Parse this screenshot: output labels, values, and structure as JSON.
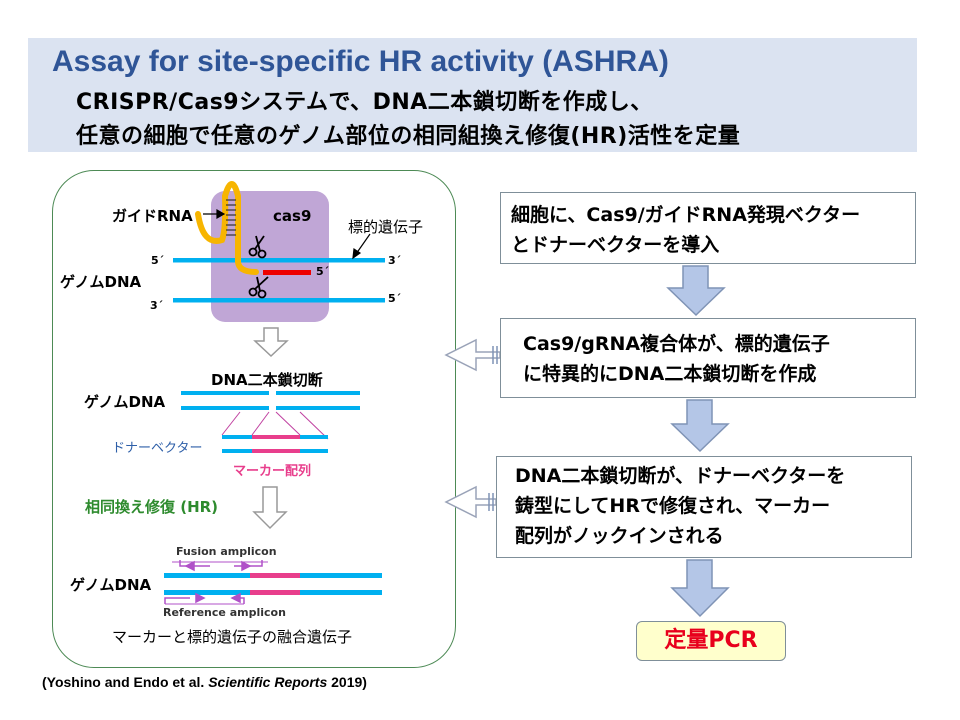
{
  "header": {
    "title": "Assay for site-specific HR activity (ASHRA)",
    "subtitle_line1": "CRISPR/Cas9システムで、DNA二本鎖切断を作成し、",
    "subtitle_line2": "任意の細胞で任意のゲノム部位の相同組換え修復(HR)活性を定量"
  },
  "diagram": {
    "guide_rna_label": "ガイドRNA",
    "cas9_label": "cas9",
    "target_gene_label": "標的遺伝子",
    "genome_dna_label": "ゲノムDNA",
    "five_prime": "5´",
    "three_prime": "3´",
    "dsb_label": "DNA二本鎖切断",
    "donor_vector_label": "ドナーベクター",
    "marker_seq_label": "マーカー配列",
    "hr_label": "相同換え修復 (HR)",
    "fusion_amplicon_label": "Fusion amplicon",
    "reference_amplicon_label": "Reference amplicon",
    "fusion_gene_label": "マーカーと標的遺伝子の融合遺伝子"
  },
  "flow": {
    "step1_line1": "細胞に、Cas9/ガイドRNA発現ベクター",
    "step1_line2": "とドナーベクターを導入",
    "step2_line1": "Cas9/gRNA複合体が、標的遺伝子",
    "step2_line2": "に特異的にDNA二本鎖切断を作成",
    "step3_line1": "DNA二本鎖切断が、ドナーベクターを",
    "step3_line2": "鋳型にしてHRで修復され、マーカー",
    "step3_line3": "配列がノックインされる",
    "result": "定量PCR"
  },
  "citation": {
    "authors": "(Yoshino and Endo et al.",
    "journal": "Scientific Reports",
    "year": "2019)"
  },
  "colors": {
    "title": "#2f5597",
    "header_bg": "#dbe3f1",
    "dna": "#00b0f0",
    "marker": "#e83e8c",
    "guide_rna": "#f7b500",
    "cas9": "#c0a6d6",
    "cut_red": "#ee0000",
    "hr_green": "#2e8b2e",
    "arrow_fill": "#b4c6e7",
    "arrow_stroke": "#7f93b5",
    "pcr_text": "#e8001c",
    "pcr_bg": "#ffffcc",
    "primer": "#b050c8"
  }
}
